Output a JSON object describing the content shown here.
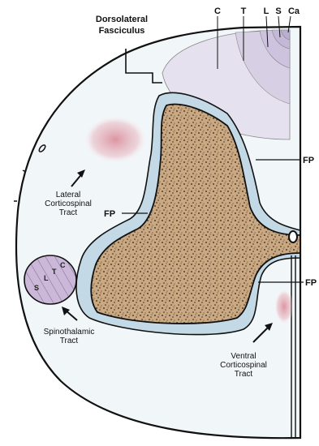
{
  "labels": {
    "dorsolateral_line1": "Dorsolateral",
    "dorsolateral_line2": "Fasciculus",
    "col_c": "C",
    "col_t": "T",
    "col_l": "L",
    "col_s": "S",
    "col_ca": "Ca",
    "fp_upper": "FP",
    "fp_left": "FP",
    "fp_lower": "FP",
    "lateral_line1": "Lateral",
    "lateral_line2": "Corticospinal",
    "lateral_line3": "Tract",
    "spino_line1": "Spinothalamic",
    "spino_line2": "Tract",
    "ventral_line1": "Ventral",
    "ventral_line2": "Corticospinal",
    "ventral_line3": "Tract",
    "tract_s": "S",
    "tract_l": "L",
    "tract_t": "T",
    "tract_c": "C"
  },
  "colors": {
    "outline": "#111111",
    "white_matter": "#f1f6f9",
    "dorsal_column_light": "#e6e1ef",
    "dorsal_column_dark": "#d2c9e0",
    "gray_matter": "#c9a882",
    "gray_matter_speckle": "#2a2018",
    "fp_band": "#c4d9e6",
    "tract_pink": "#d98a98",
    "spinothalamic_fill": "#cbb8d9"
  }
}
